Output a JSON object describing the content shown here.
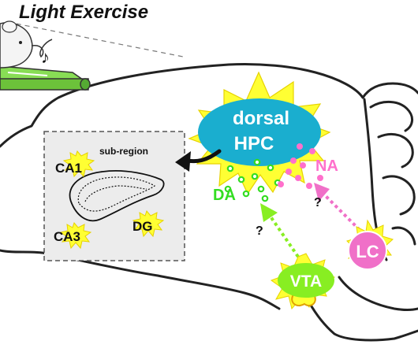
{
  "title": "Light Exercise",
  "hippocampus": {
    "line1": "dorsal",
    "line2": "HPC"
  },
  "subregion": {
    "label": "sub-region",
    "areas": [
      "CA1",
      "CA3",
      "DG"
    ]
  },
  "nuclei": {
    "vta": "VTA",
    "lc": "LC"
  },
  "transmitters": {
    "dopamine": "DA",
    "noradrenaline": "NA"
  },
  "unknown_marks": [
    "?",
    "?"
  ],
  "colors": {
    "hpc": "#1aaecf",
    "burst": "#ffff33",
    "burst_stroke": "#e6d200",
    "vta": "#88ee22",
    "dopamine": "#33dd22",
    "lc": "#f070c8",
    "noradrenaline": "#ff70cc",
    "box_fill": "#ececec",
    "treadmill": "#88dd55"
  },
  "icons": [
    "rat-icon",
    "music-note-icon",
    "treadmill-icon",
    "curved-arrow-icon"
  ]
}
